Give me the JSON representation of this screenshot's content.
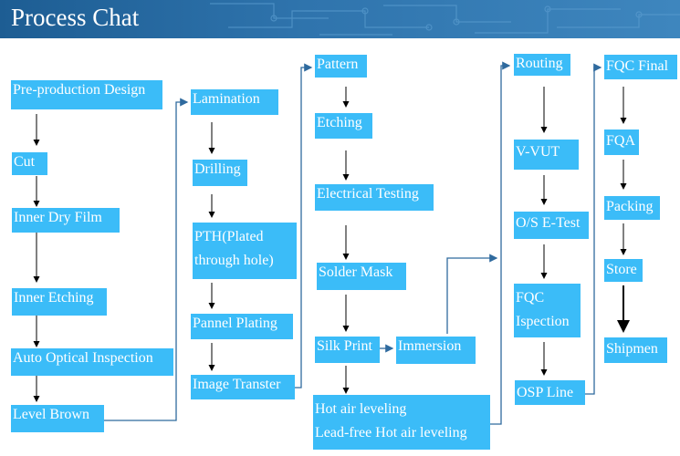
{
  "title": "Process Chat",
  "colors": {
    "header": "#2f74ad",
    "box": "#3bbcf8",
    "connector": "#2f6a9e",
    "arrow": "#000000"
  },
  "columns": [
    {
      "steps": [
        "Pre-production Design",
        "Cut",
        "Inner Dry Film",
        "Inner Etching",
        "Auto Optical Inspection",
        "Level Brown"
      ]
    },
    {
      "steps": [
        "Lamination",
        "Drilling",
        "PTH(Plated through hole)",
        "Pannel Plating",
        "Image Transter"
      ]
    },
    {
      "steps": [
        "Pattern",
        "Etching",
        "Electrical Testing",
        "Solder Mask",
        "Silk Print",
        "Immersion",
        "Hot air leveling",
        "Lead-free Hot air leveling"
      ]
    },
    {
      "steps": [
        "Routing",
        "V-VUT",
        "O/S E-Test",
        "FQC Ispection",
        "OSP Line"
      ]
    },
    {
      "steps": [
        "FQC Final",
        "FQA",
        "Packing",
        "Store",
        "Shipmen"
      ]
    }
  ],
  "labels": {
    "pth_line1": "PTH(Plated",
    "pth_line2": "through hole)",
    "fqc_line1": "FQC",
    "fqc_line2": "Ispection",
    "hal_line1": "Hot air leveling",
    "hal_line2": "Lead-free Hot air leveling"
  }
}
